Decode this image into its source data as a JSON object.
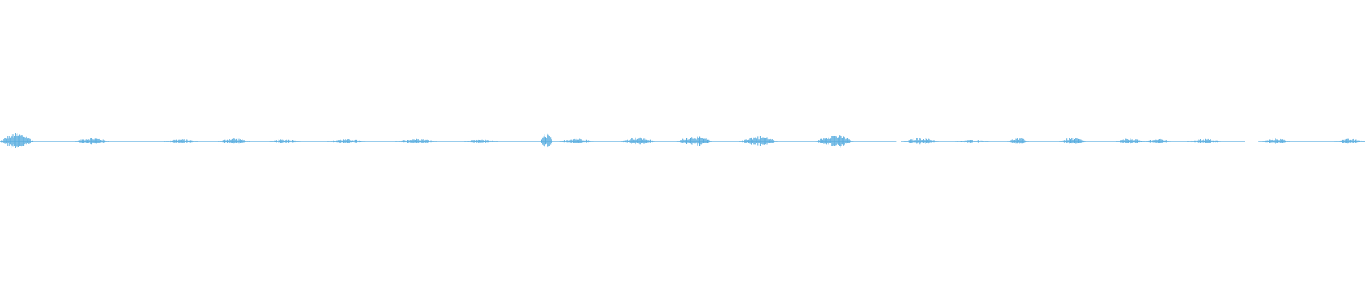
{
  "waveform": {
    "color": "#5aaee0",
    "background": "#ffffff",
    "segments": [
      {
        "start": 0.0,
        "end": 0.025,
        "amp": 0.55
      },
      {
        "start": 0.055,
        "end": 0.08,
        "amp": 0.22
      },
      {
        "start": 0.12,
        "end": 0.145,
        "amp": 0.14
      },
      {
        "start": 0.16,
        "end": 0.183,
        "amp": 0.2
      },
      {
        "start": 0.198,
        "end": 0.22,
        "amp": 0.14
      },
      {
        "start": 0.24,
        "end": 0.268,
        "amp": 0.14
      },
      {
        "start": 0.29,
        "end": 0.32,
        "amp": 0.16
      },
      {
        "start": 0.34,
        "end": 0.365,
        "amp": 0.12
      },
      {
        "start": 0.396,
        "end": 0.405,
        "amp": 0.55
      },
      {
        "start": 0.41,
        "end": 0.435,
        "amp": 0.2
      },
      {
        "start": 0.455,
        "end": 0.48,
        "amp": 0.26
      },
      {
        "start": 0.496,
        "end": 0.522,
        "amp": 0.32
      },
      {
        "start": 0.542,
        "end": 0.57,
        "amp": 0.34
      },
      {
        "start": 0.598,
        "end": 0.625,
        "amp": 0.45
      },
      {
        "start": 0.662,
        "end": 0.688,
        "amp": 0.22
      },
      {
        "start": 0.7,
        "end": 0.725,
        "amp": 0.1
      },
      {
        "start": 0.738,
        "end": 0.754,
        "amp": 0.2
      },
      {
        "start": 0.776,
        "end": 0.796,
        "amp": 0.22
      },
      {
        "start": 0.818,
        "end": 0.838,
        "amp": 0.18
      },
      {
        "start": 0.838,
        "end": 0.858,
        "amp": 0.16
      },
      {
        "start": 0.87,
        "end": 0.895,
        "amp": 0.16
      },
      {
        "start": 0.925,
        "end": 0.945,
        "amp": 0.18
      },
      {
        "start": 0.978,
        "end": 1.0,
        "amp": 0.16
      }
    ],
    "gaps": [
      {
        "start": 0.657,
        "end": 0.66
      },
      {
        "start": 0.912,
        "end": 0.922
      }
    ]
  }
}
